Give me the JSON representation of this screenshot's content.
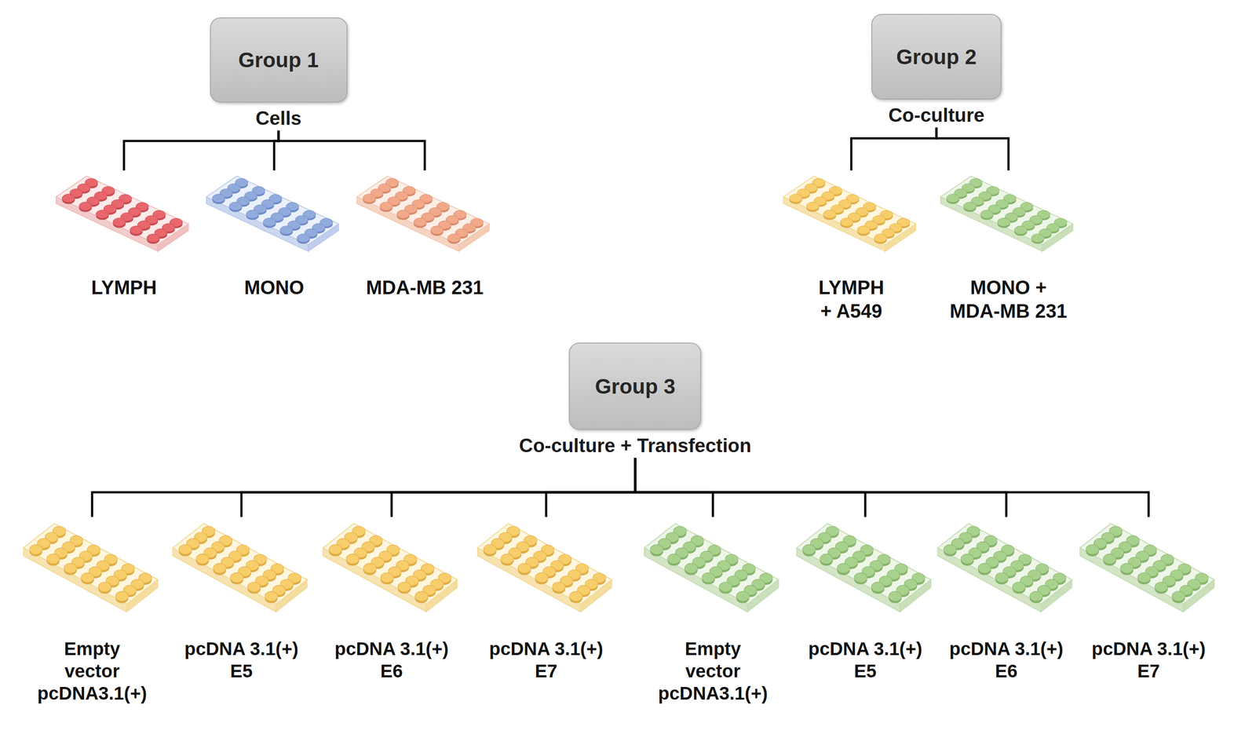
{
  "diagram": {
    "nodes": [
      {
        "text": [
          "Group 1",
          "Cells"
        ]
      },
      {
        "text": [
          "LYMPH"
        ]
      },
      {
        "text": [
          "MONO"
        ]
      },
      {
        "text": [
          "MDA-MB 231"
        ]
      },
      {
        "text": [
          "Group 2",
          "Co-culture"
        ]
      },
      {
        "text": [
          "LYMPH + A549"
        ]
      },
      {
        "text": [
          "MONO + MDA-MB 231"
        ]
      },
      {
        "text": [
          "Group 3",
          "Co-culture + Transfection"
        ]
      },
      {
        "text": [
          "Empty vector pcDNA3.1(+)"
        ]
      },
      {
        "text": [
          "pcDNA 3.1(+) E5"
        ]
      },
      {
        "text": [
          "pcDNA 3.1(+) E6"
        ]
      },
      {
        "text": [
          "pcDNA 3.1(+) E7"
        ]
      },
      {
        "text": [
          "Empty vector pcDNA3.1(+)"
        ]
      },
      {
        "text": [
          "pcDNA 3.1(+) E5"
        ]
      },
      {
        "text": [
          "pcDNA 3.1(+) E6"
        ]
      },
      {
        "text": [
          "pcDNA 3.1(+) E7"
        ]
      }
    ],
    "edges": [
      {
        "from": 0,
        "to": 1,
        "arrow": "none"
      },
      {
        "from": 0,
        "to": 2,
        "arrow": "none"
      },
      {
        "from": 0,
        "to": 3,
        "arrow": "none"
      },
      {
        "from": 4,
        "to": 5,
        "arrow": "none"
      },
      {
        "from": 4,
        "to": 6,
        "arrow": "none"
      },
      {
        "from": 7,
        "to": 8,
        "arrow": "none"
      },
      {
        "from": 7,
        "to": 9,
        "arrow": "none"
      },
      {
        "from": 7,
        "to": 10,
        "arrow": "none"
      },
      {
        "from": 7,
        "to": 11,
        "arrow": "none"
      },
      {
        "from": 7,
        "to": 12,
        "arrow": "none"
      },
      {
        "from": 7,
        "to": 13,
        "arrow": "none"
      },
      {
        "from": 7,
        "to": 14,
        "arrow": "none"
      },
      {
        "from": 7,
        "to": 15,
        "arrow": "none"
      }
    ]
  }
}
